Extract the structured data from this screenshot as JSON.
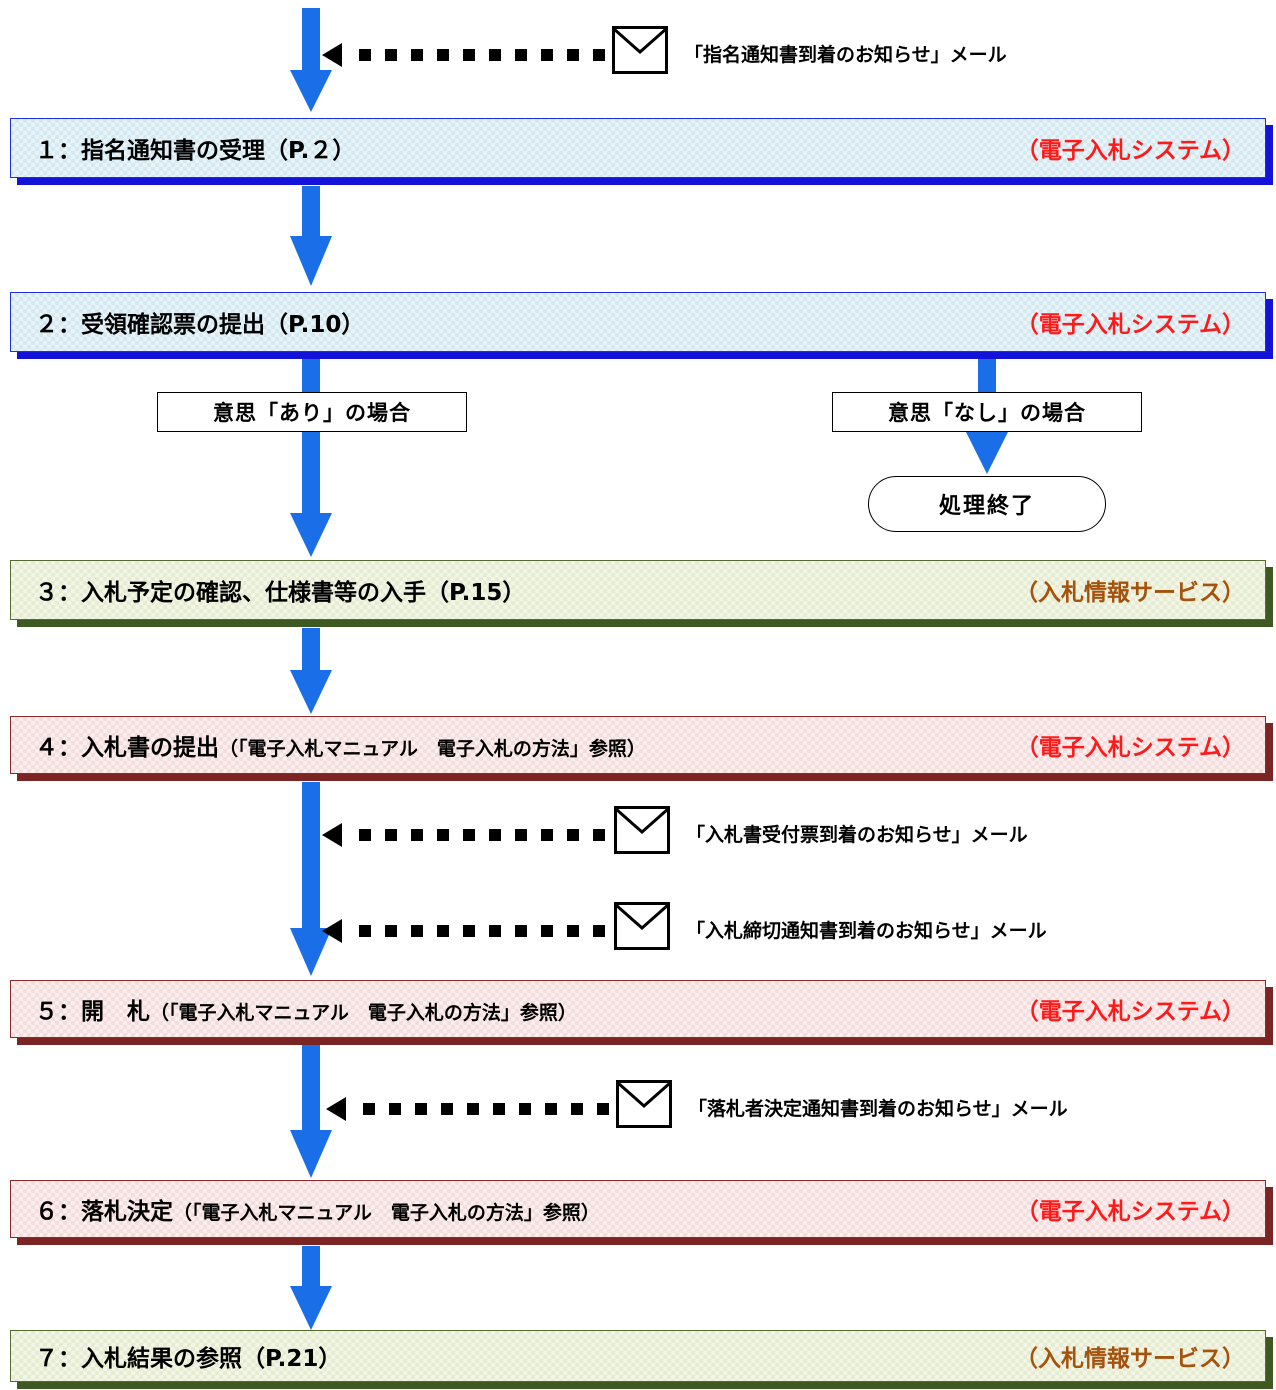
{
  "mails": [
    {
      "text": "「指名通知書到着のお知らせ」メール"
    },
    {
      "text": "「入札書受付票到着のお知らせ」メール"
    },
    {
      "text": "「入札締切通知書到着のお知らせ」メール"
    },
    {
      "text": "「落札者決定通知書到着のお知らせ」メール"
    }
  ],
  "steps": [
    {
      "label": "１：指名通知書の受理（P.２）",
      "system": "（電子入札システム）",
      "system_color": "#ff1a1a"
    },
    {
      "label": "２：受領確認票の提出（P.10）",
      "system": "（電子入札システム）",
      "system_color": "#ff1a1a"
    },
    {
      "label": "３：入札予定の確認、仕様書等の入手（P.15）",
      "system": "（入札情報サービス）",
      "system_color": "#a5520c"
    },
    {
      "label": "４：入札書の提出",
      "ref": "（「電子入札マニュアル　電子入札の方法」参照）",
      "system": "（電子入札システム）",
      "system_color": "#ff1a1a"
    },
    {
      "label": "５：開　札",
      "ref": "（「電子入札マニュアル　電子入札の方法」参照）",
      "system": "（電子入札システム）",
      "system_color": "#ff1a1a"
    },
    {
      "label": "６：落札決定",
      "ref": "（「電子入札マニュアル　電子入札の方法」参照）",
      "system": "（電子入札システム）",
      "system_color": "#ff1a1a"
    },
    {
      "label": "７：入札結果の参照（P.21）",
      "system": "（入札情報サービス）",
      "system_color": "#a5520c"
    }
  ],
  "branches": {
    "yes": "意思「あり」の場合",
    "no": "意思「なし」の場合",
    "end": "処理終了"
  },
  "colors": {
    "arrow": "#1a6fe8",
    "system_red": "#ff1a1a",
    "system_brown": "#a5520c"
  }
}
